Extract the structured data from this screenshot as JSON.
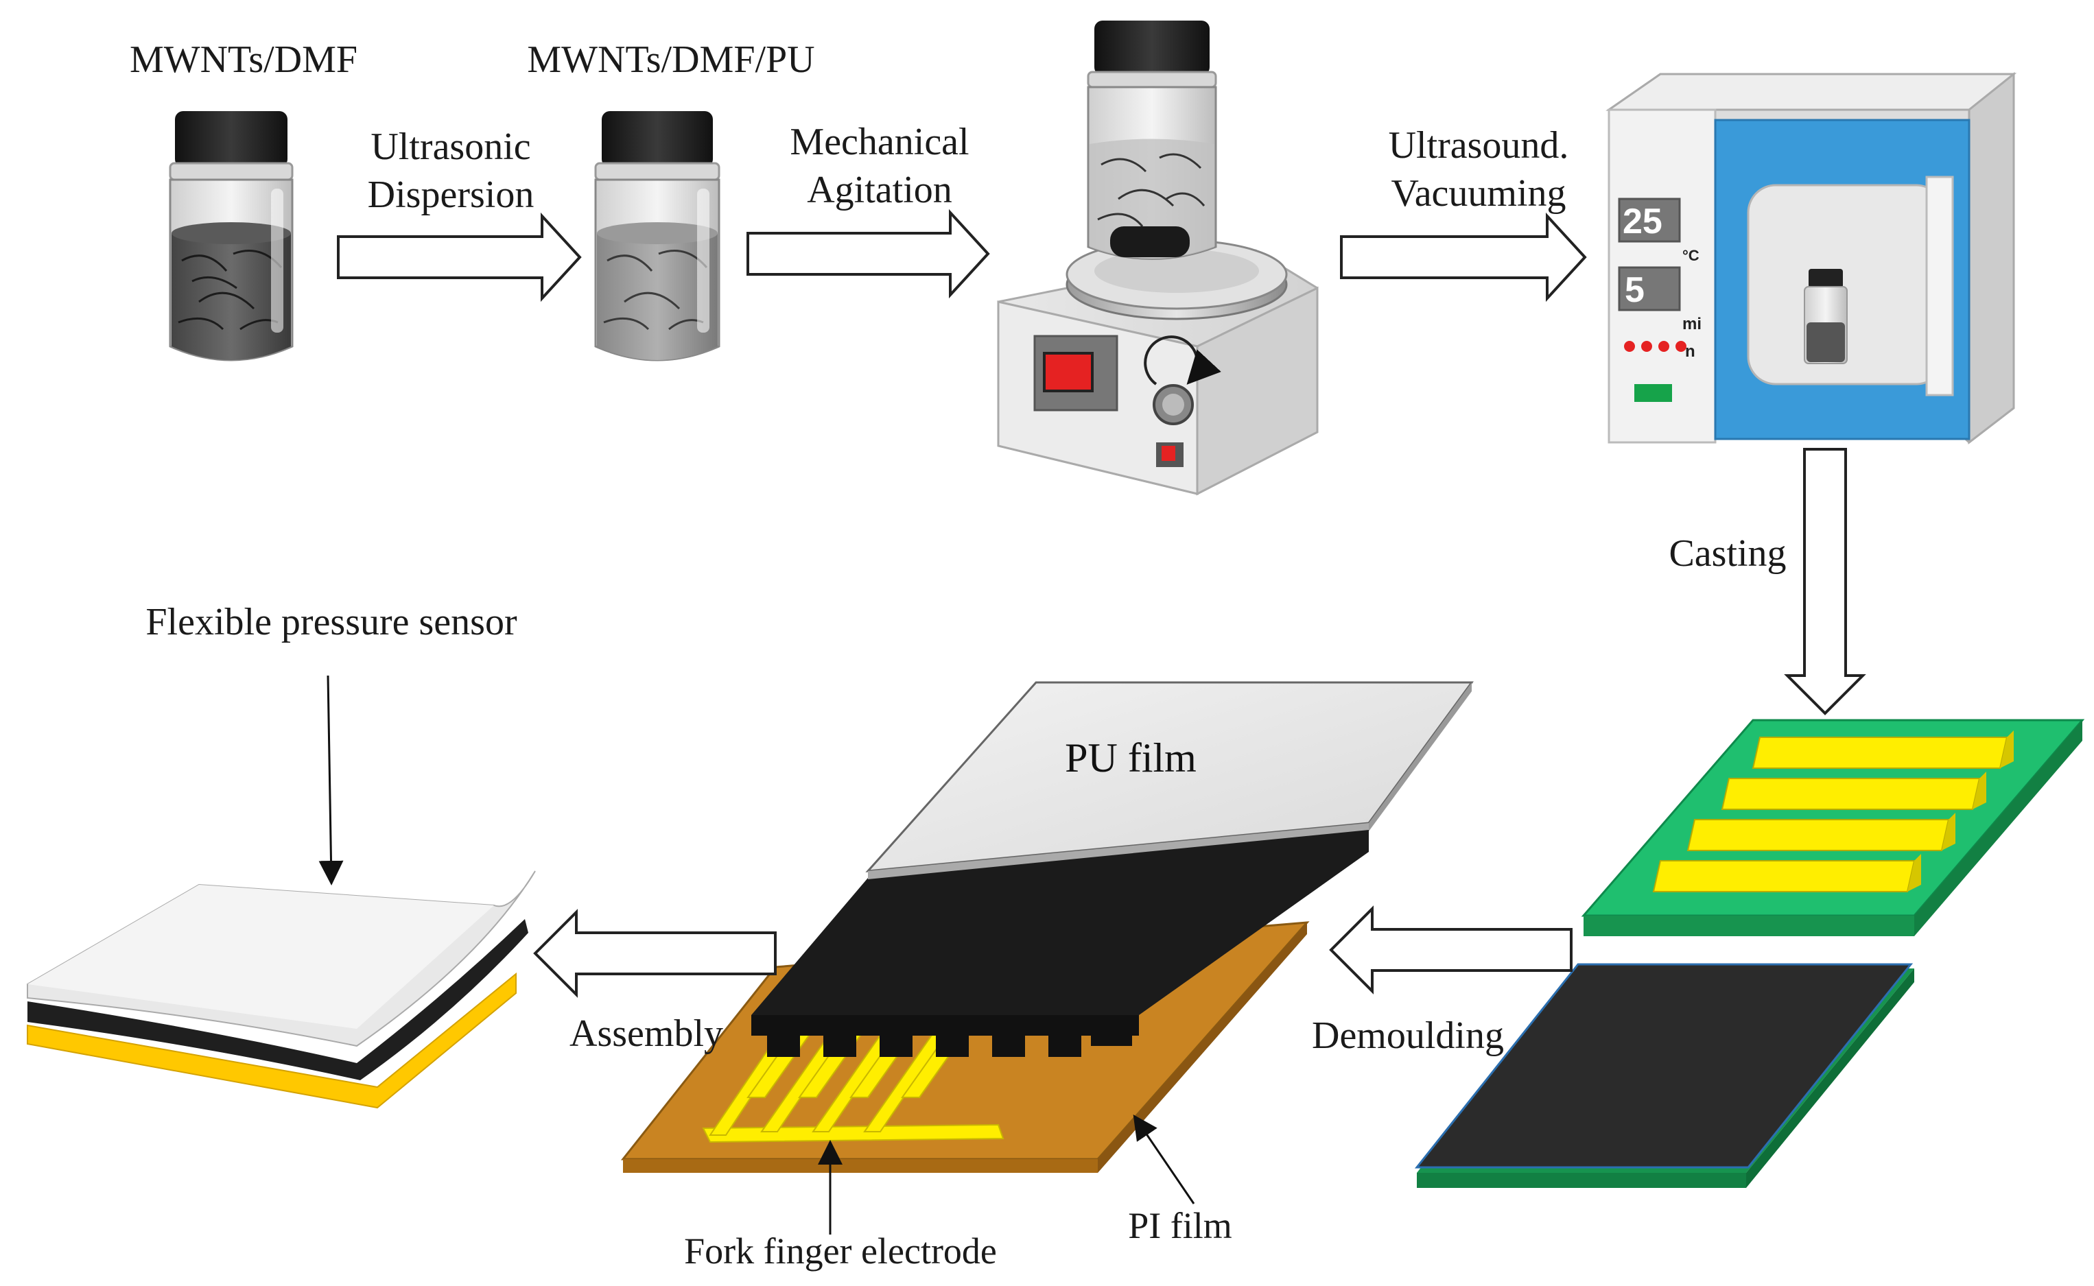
{
  "labels": {
    "mwnts_dmf": "MWNTs/DMF",
    "mwnts_dmf_pu": "MWNTs/DMF/PU",
    "ultrasonic_line1": "Ultrasonic",
    "ultrasonic_line2": "Dispersion",
    "mechanical_line1": "Mechanical",
    "mechanical_line2": "Agitation",
    "ultrasound_line1": "Ultrasound.",
    "ultrasound_line2": "Vacuuming",
    "casting": "Casting",
    "flexible_sensor": "Flexible pressure sensor",
    "pu_film": "PU film",
    "assembly": "Assembly",
    "demoulding": "Demoulding",
    "fork_electrode": "Fork finger electrode",
    "pi_film": "PI film"
  },
  "oven_display": {
    "temperature": "25",
    "temperature_unit": "°C",
    "time": "5",
    "time_unit_line1": "mi",
    "time_unit_line2": "n"
  },
  "colors": {
    "blue_panel": "#3a9ad9",
    "green_mold": "#1fbf6f",
    "yellow_strip": "#ffee00",
    "pi_film": "#c98422",
    "dark_film": "#2b2b2b",
    "red_display": "#e52222"
  }
}
